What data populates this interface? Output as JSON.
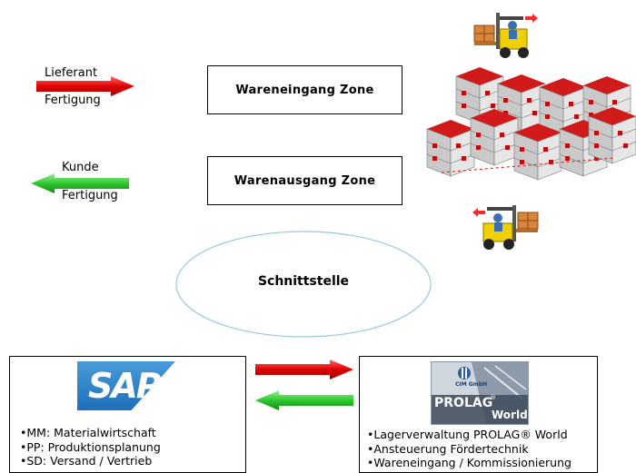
{
  "left_arrows": {
    "incoming": {
      "top_label": "Lieferant",
      "bottom_label": "Fertigung",
      "color": "#ff0000"
    },
    "outgoing": {
      "top_label": "Kunde",
      "bottom_label": "Fertigung",
      "color": "#33cc33"
    }
  },
  "zones": {
    "inbound": "Wareneingang Zone",
    "outbound": "Warenausgang Zone"
  },
  "interface": {
    "label": "Schnittstelle",
    "color": "#9ac8e0"
  },
  "sap_panel": {
    "logo_text": "SAP",
    "items": [
      "•MM: Materialwirtschaft",
      "•PP: Produktionsplanung",
      "•SD: Versand / Vertrieb"
    ]
  },
  "prolag_panel": {
    "logo_text": "PROLAG",
    "logo_sub": "World",
    "logo_small": "CIM GmbH",
    "items": [
      "•Lagerverwaltung PROLAG® World",
      "•Ansteuerung Fördertechnik",
      "•Wareneingang / Kommissionierung"
    ]
  },
  "connector_arrows": {
    "to_right_color": "#ff0000",
    "to_left_color": "#33cc33"
  }
}
